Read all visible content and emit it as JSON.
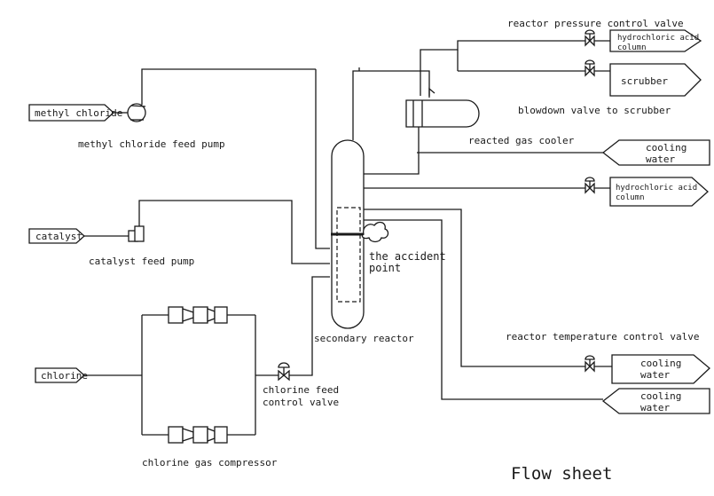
{
  "title": "Flow sheet",
  "inputs": {
    "methyl_chloride": "methyl chloride",
    "catalyst": "catalyst",
    "chlorine": "chlorine"
  },
  "outputs": {
    "hcl_column_top": "hydrochloric acid column",
    "scrubber": "scrubber",
    "cooling_water_in": "cooling water",
    "hcl_column_mid": "hydrochloric acid column",
    "cooling_water_temp": "cooling water",
    "cooling_water_bottom": "cooling water"
  },
  "labels": {
    "methyl_chloride_feed_pump": "methyl chloride feed pump",
    "catalyst_feed_pump": "catalyst feed pump",
    "chlorine_feed_control_valve": "chlorine feed control valve",
    "chlorine_gas_compressor": "chlorine gas compressor",
    "secondary_reactor": "secondary reactor",
    "reacted_gas_cooler": "reacted gas cooler",
    "reactor_pressure_control_valve": "reactor pressure control valve",
    "blowdown_valve": "blowdown valve to scrubber",
    "reactor_temperature_control_valve": "reactor temperature control valve",
    "accident_point": "the accident point"
  }
}
